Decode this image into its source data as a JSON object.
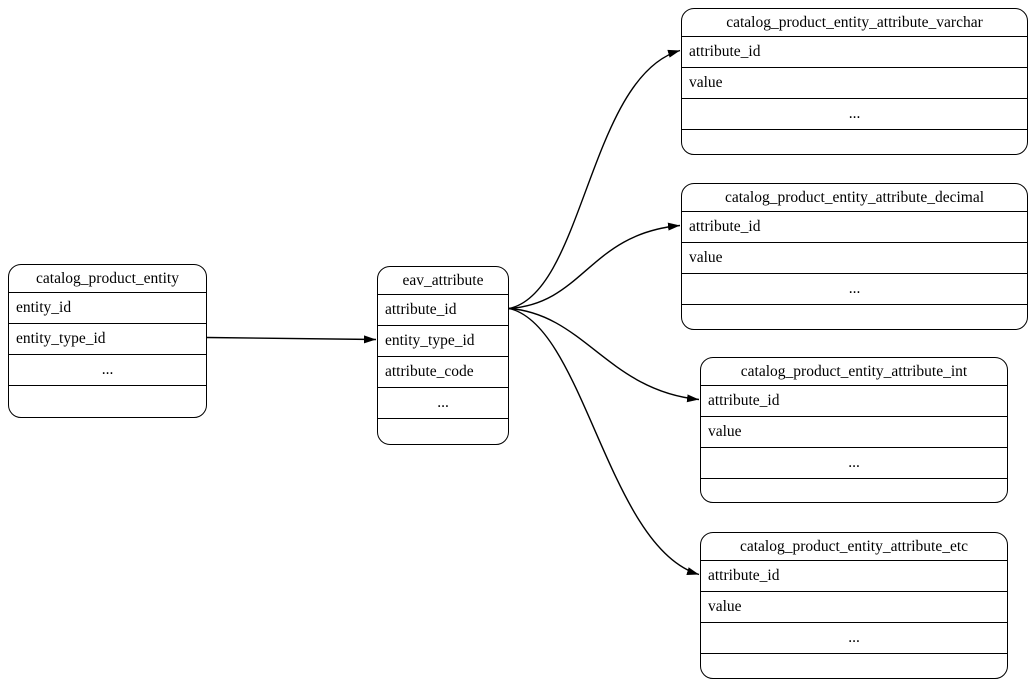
{
  "diagram": {
    "kind": "entity-relationship-diagram",
    "background_color": "#ffffff",
    "line_color": "#000000",
    "text_color": "#000000",
    "tables": [
      {
        "id": "catalog_product_entity",
        "title": "catalog_product_entity",
        "rows": [
          "entity_id",
          "entity_type_id",
          "...",
          ""
        ]
      },
      {
        "id": "eav_attribute",
        "title": "eav_attribute",
        "rows": [
          "attribute_id",
          "entity_type_id",
          "attribute_code",
          "...",
          ""
        ]
      },
      {
        "id": "catalog_product_entity_attribute_varchar",
        "title": "catalog_product_entity_attribute_varchar",
        "rows": [
          "attribute_id",
          "value",
          "...",
          ""
        ]
      },
      {
        "id": "catalog_product_entity_attribute_decimal",
        "title": "catalog_product_entity_attribute_decimal",
        "rows": [
          "attribute_id",
          "value",
          "...",
          ""
        ]
      },
      {
        "id": "catalog_product_entity_attribute_int",
        "title": "catalog_product_entity_attribute_int",
        "rows": [
          "attribute_id",
          "value",
          "...",
          ""
        ]
      },
      {
        "id": "catalog_product_entity_attribute_etc",
        "title": "catalog_product_entity_attribute_etc",
        "rows": [
          "attribute_id",
          "value",
          "...",
          ""
        ]
      }
    ],
    "edges": [
      {
        "from_table": "catalog_product_entity",
        "from_field": "entity_type_id",
        "to_table": "eav_attribute",
        "to_field": "entity_type_id"
      },
      {
        "from_table": "eav_attribute",
        "from_field": "attribute_id",
        "to_table": "catalog_product_entity_attribute_varchar",
        "to_field": "attribute_id"
      },
      {
        "from_table": "eav_attribute",
        "from_field": "attribute_id",
        "to_table": "catalog_product_entity_attribute_decimal",
        "to_field": "attribute_id"
      },
      {
        "from_table": "eav_attribute",
        "from_field": "attribute_id",
        "to_table": "catalog_product_entity_attribute_int",
        "to_field": "attribute_id"
      },
      {
        "from_table": "eav_attribute",
        "from_field": "attribute_id",
        "to_table": "catalog_product_entity_attribute_etc",
        "to_field": "attribute_id"
      }
    ]
  }
}
